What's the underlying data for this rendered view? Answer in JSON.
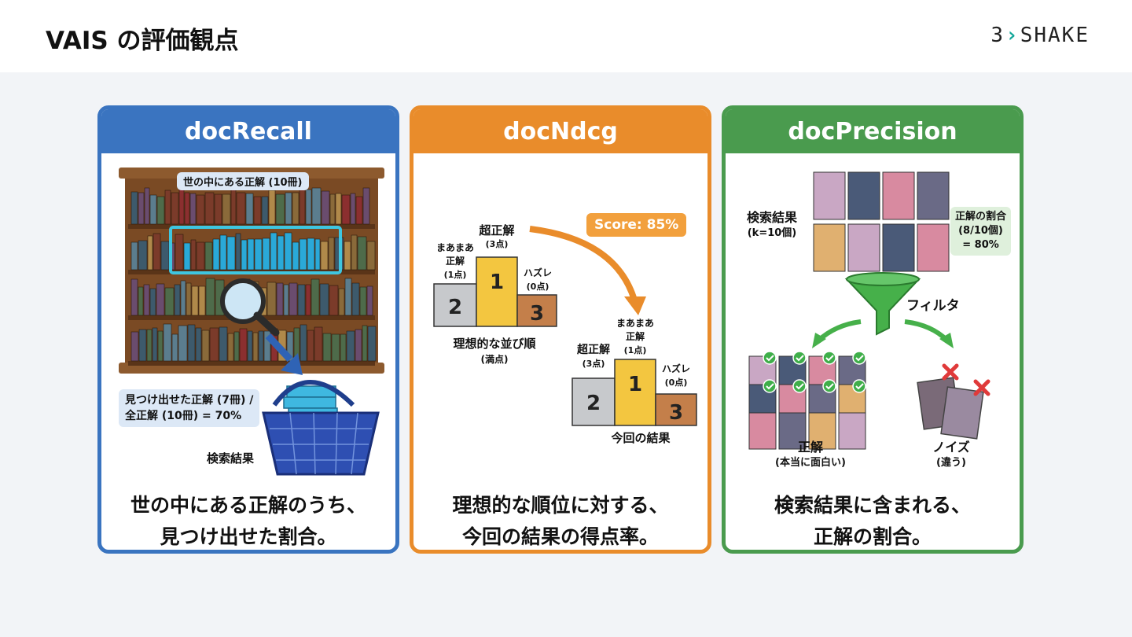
{
  "header": {
    "title": "VAIS の評価観点",
    "logo": {
      "left": "3",
      "mark": "›",
      "right": "SHAKE"
    }
  },
  "cards": {
    "recall": {
      "title": "docRecall",
      "color": "#3a74c0",
      "shelf_label": "世の中にある正解 (10冊)",
      "found_lines": [
        "見つけ出せた正解 (7冊) /",
        "全正解 (10冊) = 70%"
      ],
      "basket_label": "検索結果",
      "caption": [
        "世の中にある正解のうち、",
        "見つけ出せた割合。"
      ]
    },
    "ndcg": {
      "title": "docNdcg",
      "color": "#e98c2b",
      "score": "Score: 85%",
      "ideal": {
        "first_lines": [
          "超正解",
          "(3点)"
        ],
        "second_lines": [
          "まあまあ",
          "正解",
          "(1点)"
        ],
        "third_lines": [
          "ハズレ",
          "(0点)"
        ],
        "caption_lines": [
          "理想的な並び順",
          "(満点)"
        ]
      },
      "current": {
        "first_lines": [
          "まあまあ",
          "正解",
          "(1点)"
        ],
        "second_lines": [
          "超正解",
          "(3点)"
        ],
        "third_lines": [
          "ハズレ",
          "(0点)"
        ],
        "caption": "今回の結果"
      },
      "ranks": [
        "1",
        "2",
        "3"
      ],
      "caption": [
        "理想的な順位に対する、",
        "今回の結果の得点率。"
      ]
    },
    "precision": {
      "title": "docPrecision",
      "color": "#4a9b4e",
      "results_lines": [
        "検索結果",
        "(k=10個)"
      ],
      "ratio_lines": [
        "正解の割合",
        "(8/10個)",
        "= 80%"
      ],
      "filter_label": "フィルタ",
      "correct_lines": [
        "正解",
        "(本当に面白い)"
      ],
      "noise_lines": [
        "ノイズ",
        "(違う)"
      ],
      "caption": [
        "検索結果に含まれる、",
        "正解の割合。"
      ]
    }
  }
}
